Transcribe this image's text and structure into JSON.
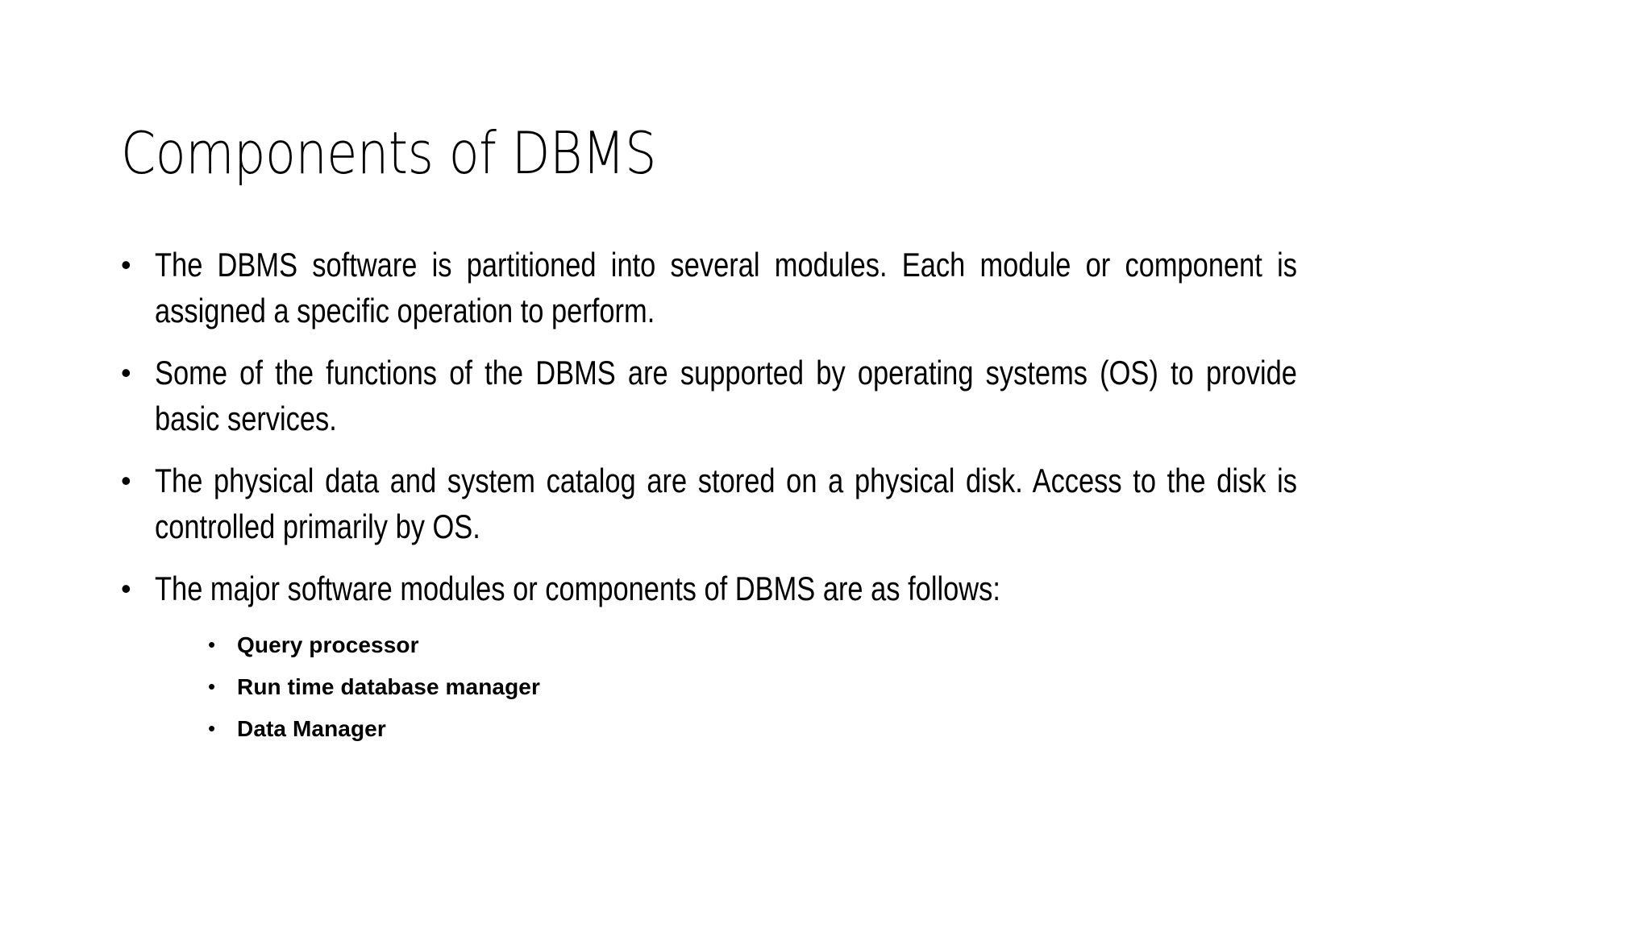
{
  "slide": {
    "title": "Components of DBMS",
    "background_color": "#ffffff",
    "text_color": "#000000",
    "bullet_marker": "•",
    "sub_bullet_marker": "•",
    "bullets": [
      {
        "text": "The DBMS software is partitioned into several modules. Each module or component is assigned a specific operation to perform."
      },
      {
        "text": "Some of the functions of the DBMS are supported by operating systems (OS) to provide basic services."
      },
      {
        "text": "The physical data and system catalog are stored on a physical disk. Access to the disk is controlled primarily by OS."
      },
      {
        "text": "The major software modules or components of DBMS are as follows:"
      }
    ],
    "sub_bullets": [
      {
        "text": "Query processor"
      },
      {
        "text": "Run time database manager"
      },
      {
        "text": "Data Manager"
      }
    ]
  }
}
